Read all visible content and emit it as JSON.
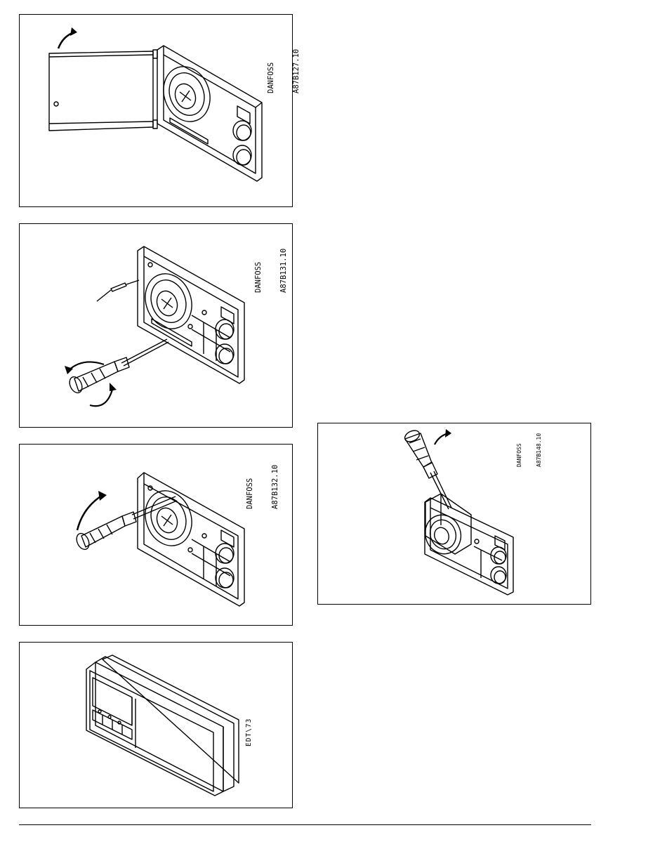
{
  "figures": [
    {
      "id": "fig1",
      "brand": "DANFOSS",
      "code": "A87B127.10"
    },
    {
      "id": "fig2",
      "brand": "DANFOSS",
      "code": "A87B131.10"
    },
    {
      "id": "fig3",
      "brand": "DANFOSS",
      "code": "A87B132.10"
    },
    {
      "id": "fig4",
      "code": "EDT\\73"
    },
    {
      "id": "fig5",
      "brand": "DANFOSS",
      "code": "A87B148.10"
    }
  ],
  "colors": {
    "line": "#000000",
    "paper": "#ffffff"
  }
}
